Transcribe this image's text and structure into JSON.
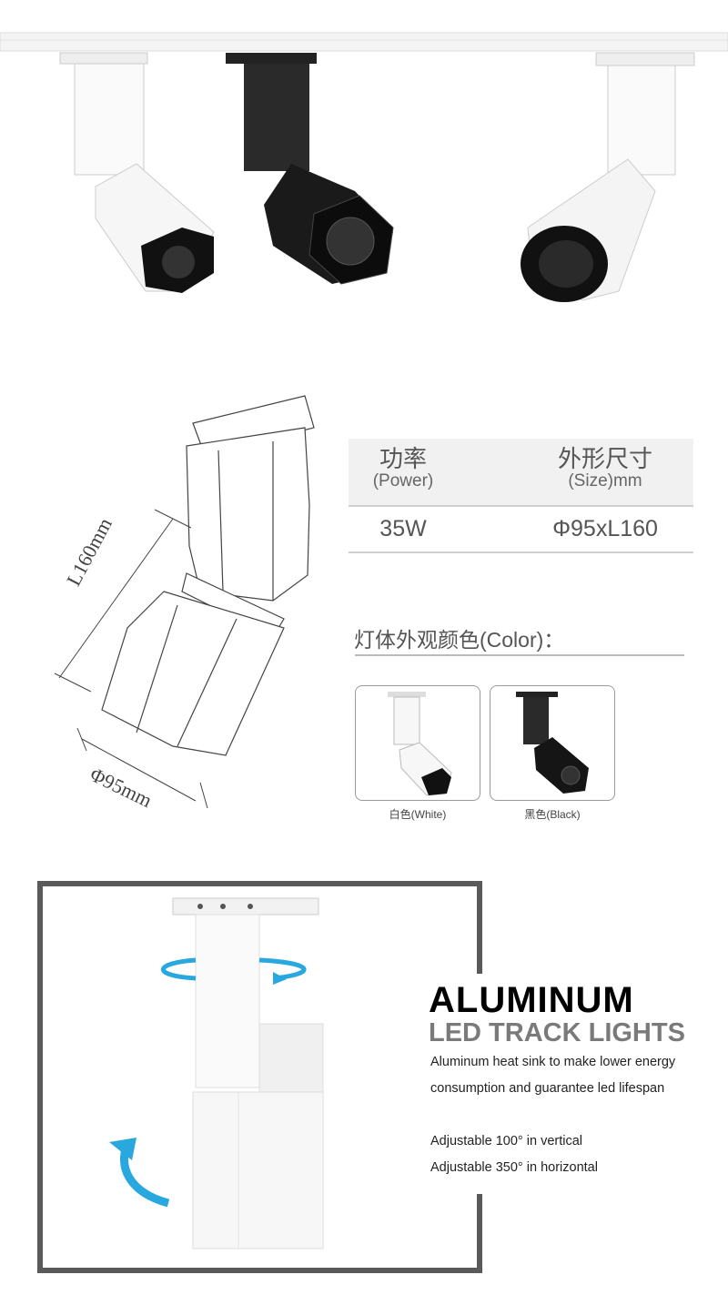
{
  "spec_table": {
    "headers": [
      {
        "cn": "功率",
        "en": "(Power)"
      },
      {
        "cn": "外形尺寸",
        "en": "(Size)mm"
      }
    ],
    "values": [
      "35W",
      "Φ95xL160"
    ]
  },
  "dimensions": {
    "length": "L160mm",
    "diameter": "Φ95mm"
  },
  "color_section": {
    "title": "灯体外观颜色(Color)：",
    "options": [
      {
        "label": "白色(White)"
      },
      {
        "label": "黑色(Black)"
      }
    ]
  },
  "feature": {
    "title": "ALUMINUM",
    "subtitle": "LED TRACK LIGHTS",
    "lines": [
      "Aluminum heat sink to make lower energy",
      "consumption and guarantee led lifespan",
      "Adjustable 100° in vertical",
      "Adjustable 350° in horizontal"
    ]
  },
  "colors": {
    "accent_blue": "#29a8e0",
    "frame": "#5a5a5a",
    "subtitle_gray": "#7a7a7a"
  }
}
